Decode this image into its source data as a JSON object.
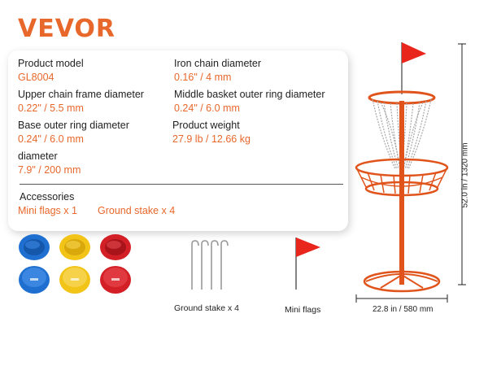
{
  "brand": "VEVOR",
  "specs": {
    "product_model": {
      "label": "Product model",
      "value": "GL8004"
    },
    "upper_chain_frame": {
      "label": "Upper chain frame diameter",
      "value": "0.22\" / 5.5 mm"
    },
    "base_outer_ring": {
      "label": "Base outer ring diameter",
      "value": "0.24\" / 6.0 mm"
    },
    "diameter": {
      "label": "diameter",
      "value": "7.9\" / 200 mm"
    },
    "iron_chain": {
      "label": "Iron chain diameter",
      "value": "0.16\" / 4 mm"
    },
    "middle_basket_ring": {
      "label": "Middle basket outer ring diameter",
      "value": "0.24\" / 6.0 mm"
    },
    "product_weight": {
      "label": "Product weight",
      "value": "27.9 lb / 12.66 kg"
    }
  },
  "accessories": {
    "title": "Accessories",
    "items": [
      "Mini flags x 1",
      "Ground stake x 4"
    ]
  },
  "captions": {
    "ground_stake": "Ground stake x 4",
    "mini_flags": "Mini flags"
  },
  "dimensions": {
    "height": "52.0 in / 1320 mm",
    "width": "22.8 in / 580 mm"
  },
  "discs": [
    {
      "color": "#1f6fd1",
      "name": "blue"
    },
    {
      "color": "#f2c418",
      "name": "yellow"
    },
    {
      "color": "#d31f26",
      "name": "red"
    }
  ],
  "colors": {
    "accent": "#e8672b",
    "basket": "#e0541c",
    "flag": "#e8261c"
  }
}
